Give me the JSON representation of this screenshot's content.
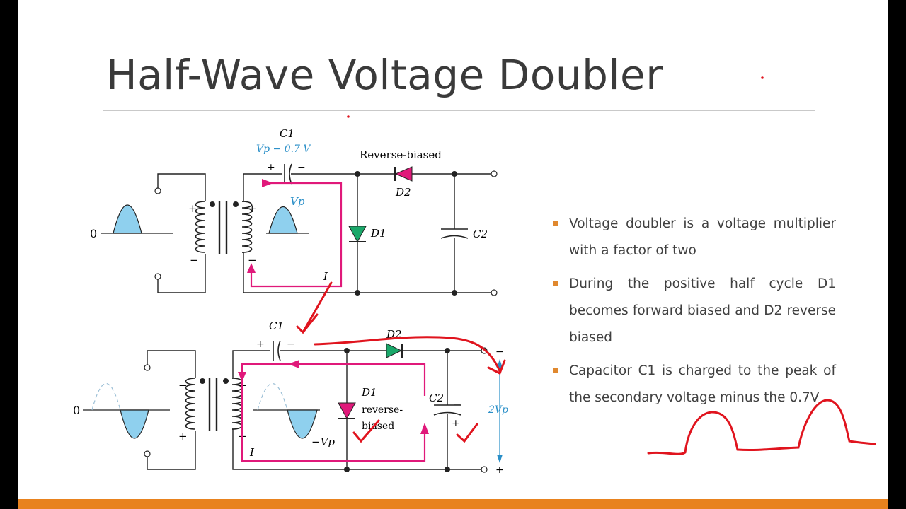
{
  "slide": {
    "title": "Half-Wave Voltage Doubler",
    "bullets": [
      "Voltage doubler is a voltage multiplier with a factor of two",
      "During the positive half cycle D1 becomes forward biased and D2 reverse biased",
      "Capacitor C1 is charged to the peak of the secondary voltage minus the 0.7V"
    ]
  },
  "diagram": {
    "top": {
      "c1_label": "C1",
      "c1_voltage": "Vp − 0.7 V",
      "reverse_biased": "Reverse-biased",
      "d2_label": "D2",
      "d1_label": "D1",
      "c2_label": "C2",
      "vp_label": "Vp",
      "current_label": "I",
      "zero_label": "0"
    },
    "bottom": {
      "c1_label": "C1",
      "d2_label": "D2",
      "d1_label": "D1",
      "d1_note_line1": "reverse-",
      "d1_note_line2": "biased",
      "c2_label": "C2",
      "output_label": "2Vp",
      "neg_vp_label": "−Vp",
      "current_label": "I",
      "zero_label": "0"
    }
  },
  "colors": {
    "accent": "#e8821e",
    "bullet_marker": "#e0882e",
    "current_path": "#e0197a",
    "diode_forward": "#1aa86a",
    "diode_reverse": "#e0197a",
    "wave_fill": "#8fd0ee",
    "annotation": "#e0141e",
    "title_text": "#3a3a3a"
  }
}
